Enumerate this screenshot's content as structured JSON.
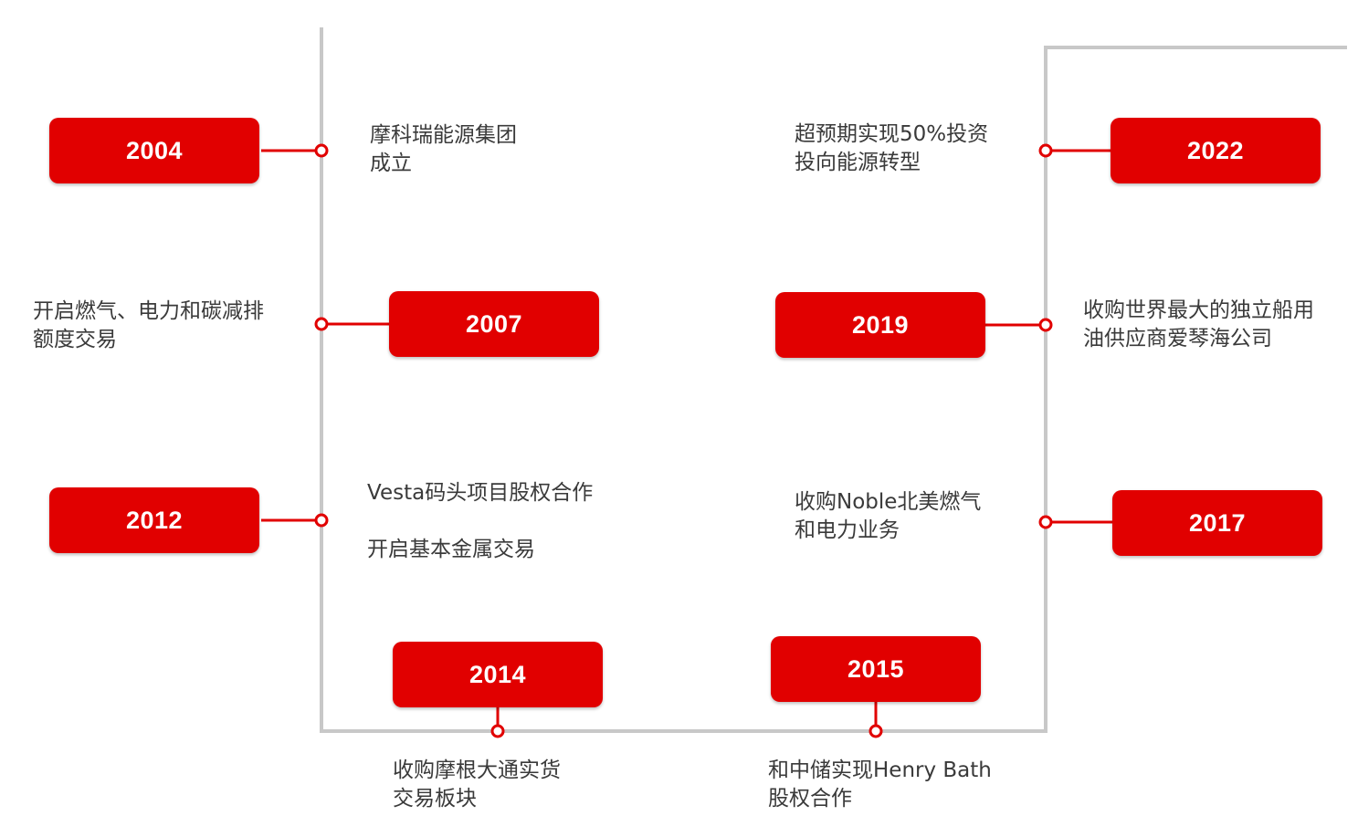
{
  "colors": {
    "accent": "#e10000",
    "line": "#c8c8c8",
    "text": "#3a3a3a"
  },
  "milestones": [
    {
      "year": "2004",
      "lines": [
        "摩科瑞能源集团",
        "成立"
      ]
    },
    {
      "year": "2007",
      "lines": [
        "开启燃气、电力和碳减排",
        "额度交易"
      ]
    },
    {
      "year": "2012",
      "lines": [
        "Vesta码头项目股权合作",
        "开启基本金属交易"
      ]
    },
    {
      "year": "2014",
      "lines": [
        "收购摩根大通实货",
        "交易板块"
      ]
    },
    {
      "year": "2015",
      "lines": [
        "和中储实现Henry Bath",
        "股权合作"
      ]
    },
    {
      "year": "2017",
      "lines": [
        "收购Noble北美燃气",
        "和电力业务"
      ]
    },
    {
      "year": "2019",
      "lines": [
        "收购世界最大的独立船用",
        "油供应商爱琴海公司"
      ]
    },
    {
      "year": "2022",
      "lines": [
        "超预期实现50%投资",
        "投向能源转型"
      ]
    }
  ]
}
